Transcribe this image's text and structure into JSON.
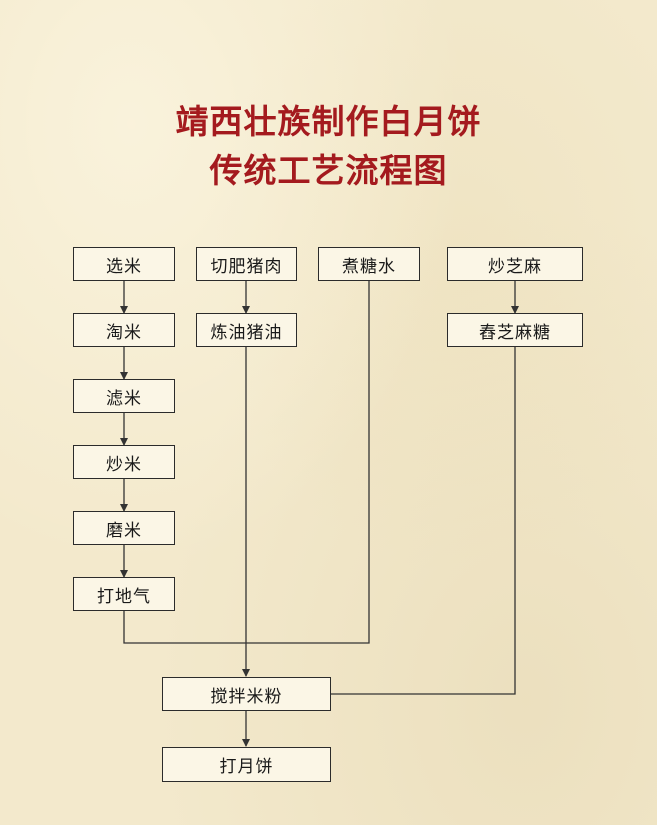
{
  "title": {
    "line1": "靖西壮族制作白月饼",
    "line2": "传统工艺流程图"
  },
  "nodes": {
    "xuan_mi": "选米",
    "tao_mi": "淘米",
    "lv_mi": "滤米",
    "chao_mi": "炒米",
    "mo_mi": "磨米",
    "da_di_qi": "打地气",
    "qie_fei_zhu_rou": "切肥猪肉",
    "lian_you_zhu_you": "炼油猪油",
    "zhu_tang_shui": "煮糖水",
    "chao_zhi_ma": "炒芝麻",
    "chun_zhi_ma_tang": "舂芝麻糖",
    "jiao_ban_mi_fen": "搅拌米粉",
    "da_yue_bing": "打月饼"
  },
  "colors": {
    "title": "#a41a1e",
    "background": "#f3e9cc",
    "box_border": "#2b2b2b",
    "box_fill": "#fbf6e6",
    "connector": "#333333"
  }
}
